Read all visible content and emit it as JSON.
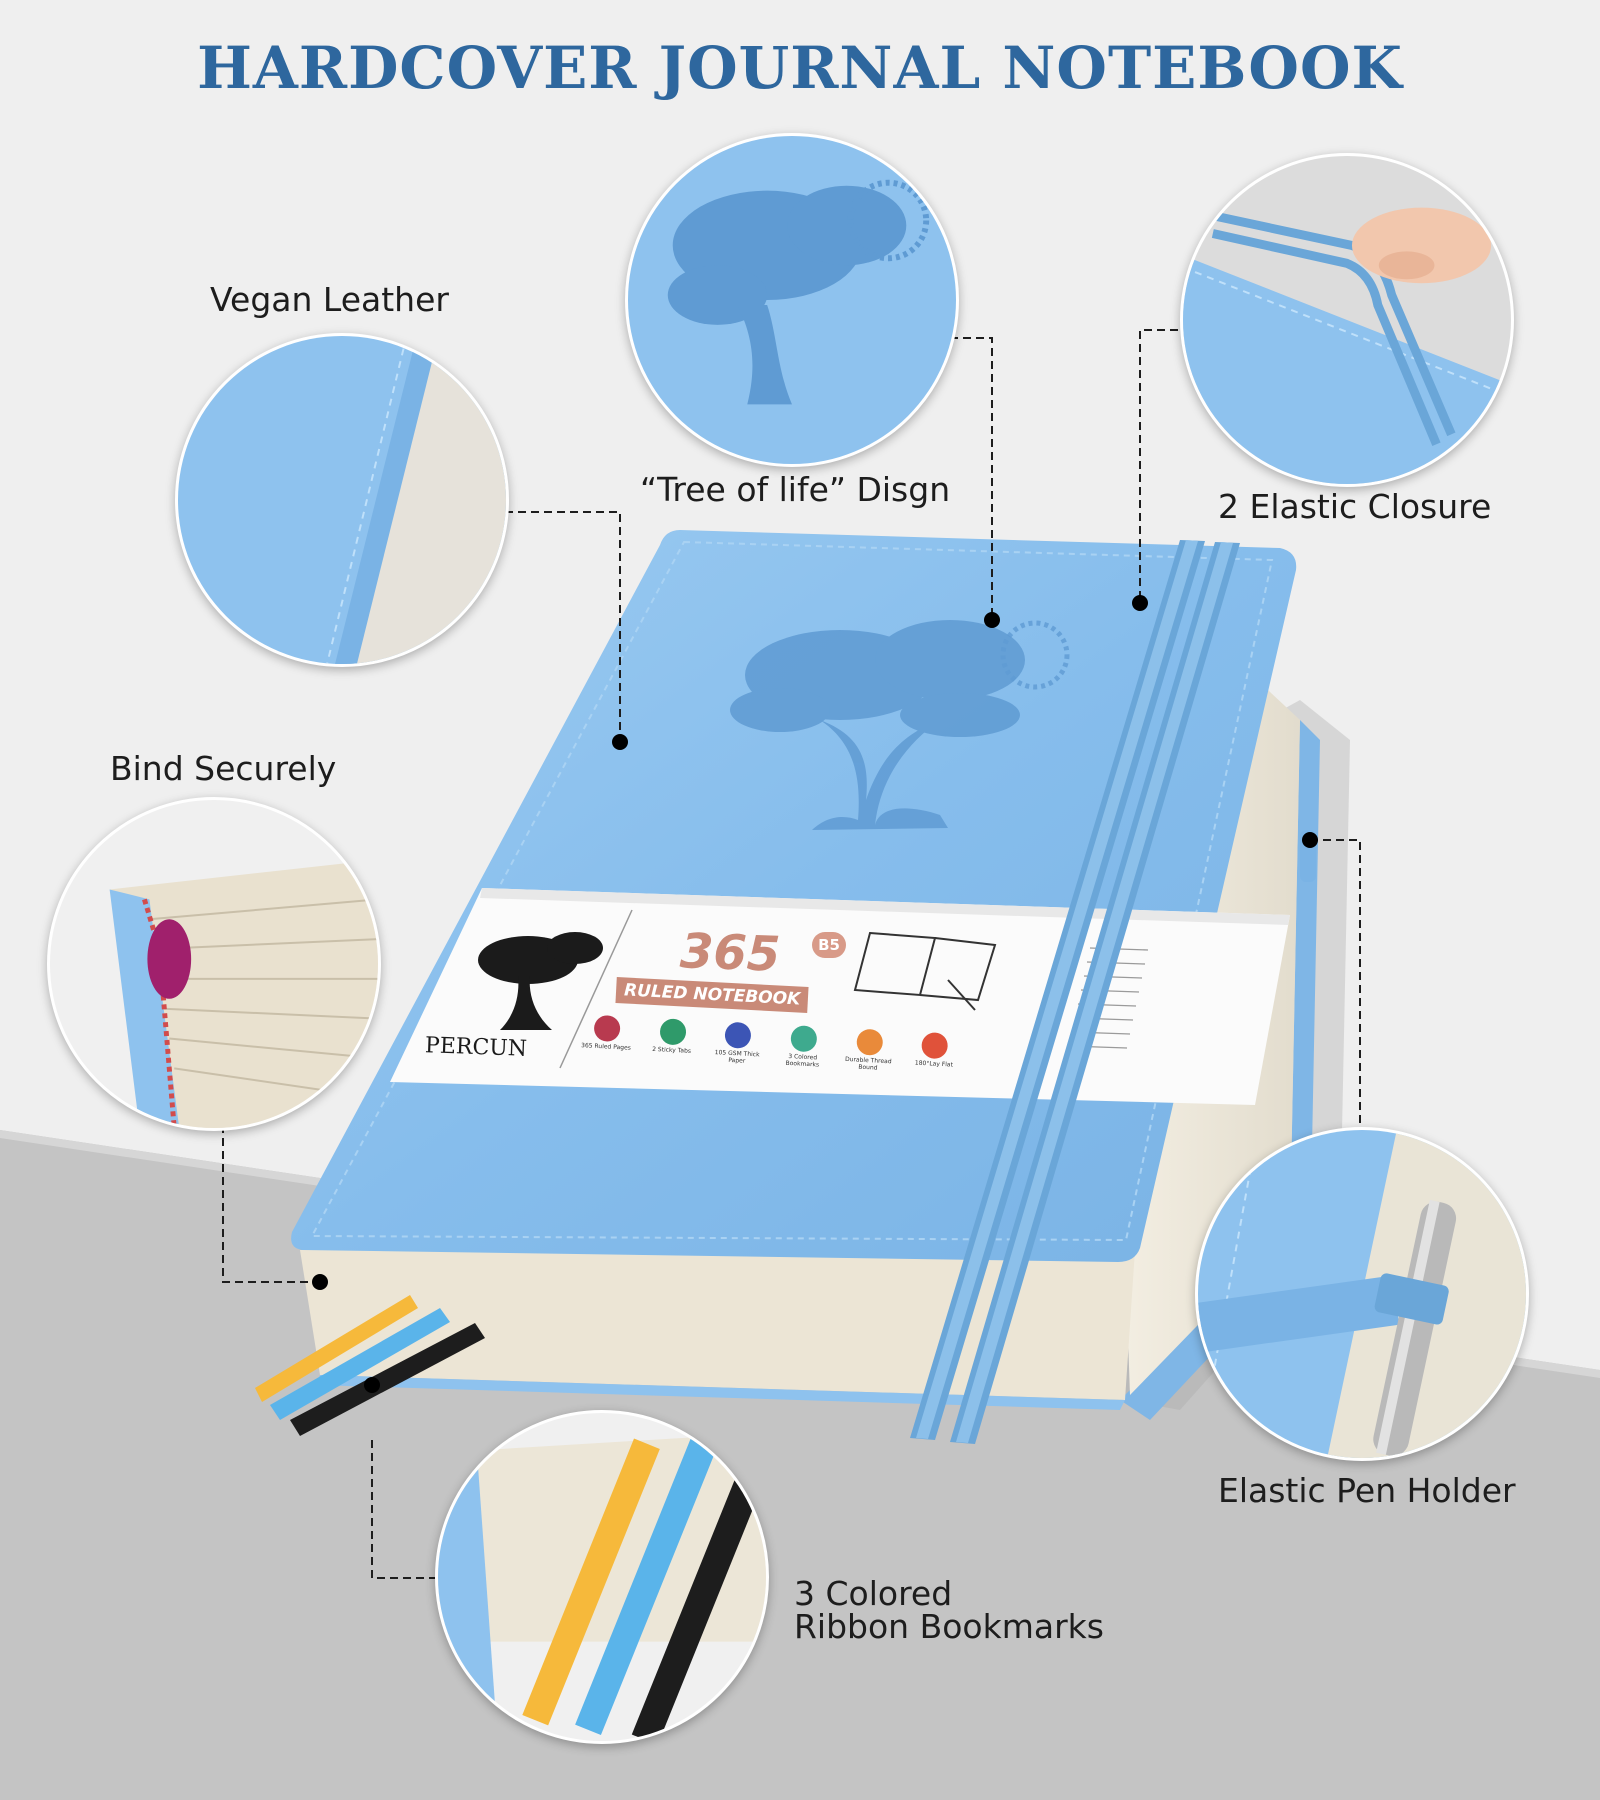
{
  "title": "HARDCOVER JOURNAL NOTEBOOK",
  "features": {
    "vegan_leather": "Vegan Leather",
    "tree_of_life": "“Tree of life” Disgn",
    "elastic_closure": "2 Elastic Closure",
    "bind_securely": "Bind Securely",
    "pen_holder": "Elastic Pen Holder",
    "bookmarks_line1": "3 Colored",
    "bookmarks_line2": "Ribbon Bookmarks"
  },
  "band": {
    "brand": "PERCUN",
    "number": "365",
    "size_badge": "B5",
    "subtitle": "RULED NOTEBOOK",
    "icons": [
      {
        "icon": "pages-icon",
        "label": "365 Ruled Pages",
        "color": "#b83a4f"
      },
      {
        "icon": "sticky-tabs-icon",
        "label": "2 Sticky Tabs",
        "color": "#2f9a6a"
      },
      {
        "icon": "paper-icon",
        "label": "105 GSM Thick Paper",
        "color": "#3c55b5"
      },
      {
        "icon": "bookmark-icon",
        "label": "3 Colored Bookmarks",
        "color": "#3eaa8e"
      },
      {
        "icon": "thread-bound-icon",
        "label": "Durable Thread Bound",
        "color": "#e98a3a"
      },
      {
        "icon": "lay-flat-icon",
        "label": "180°Lay Flat",
        "color": "#e0523a"
      }
    ]
  },
  "colors": {
    "title": "#2e679e",
    "leather": "#8ec2ee",
    "leather_dark": "#6aa6d8",
    "paper": "#efe9dc",
    "ribbon_yellow": "#f6b93b",
    "ribbon_blue": "#5ab4ea",
    "ribbon_black": "#1d1d1d"
  }
}
